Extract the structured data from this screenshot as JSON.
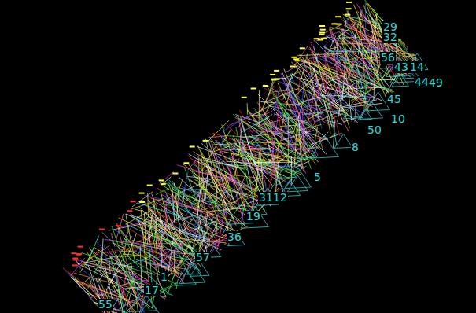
{
  "diagram": {
    "labels": [
      "29",
      "32",
      "56",
      "43",
      "14",
      "44",
      "49",
      "45",
      "10",
      "50",
      "8",
      "5",
      "31",
      "12",
      "19",
      "36",
      "57",
      "1",
      "17",
      "55"
    ]
  }
}
